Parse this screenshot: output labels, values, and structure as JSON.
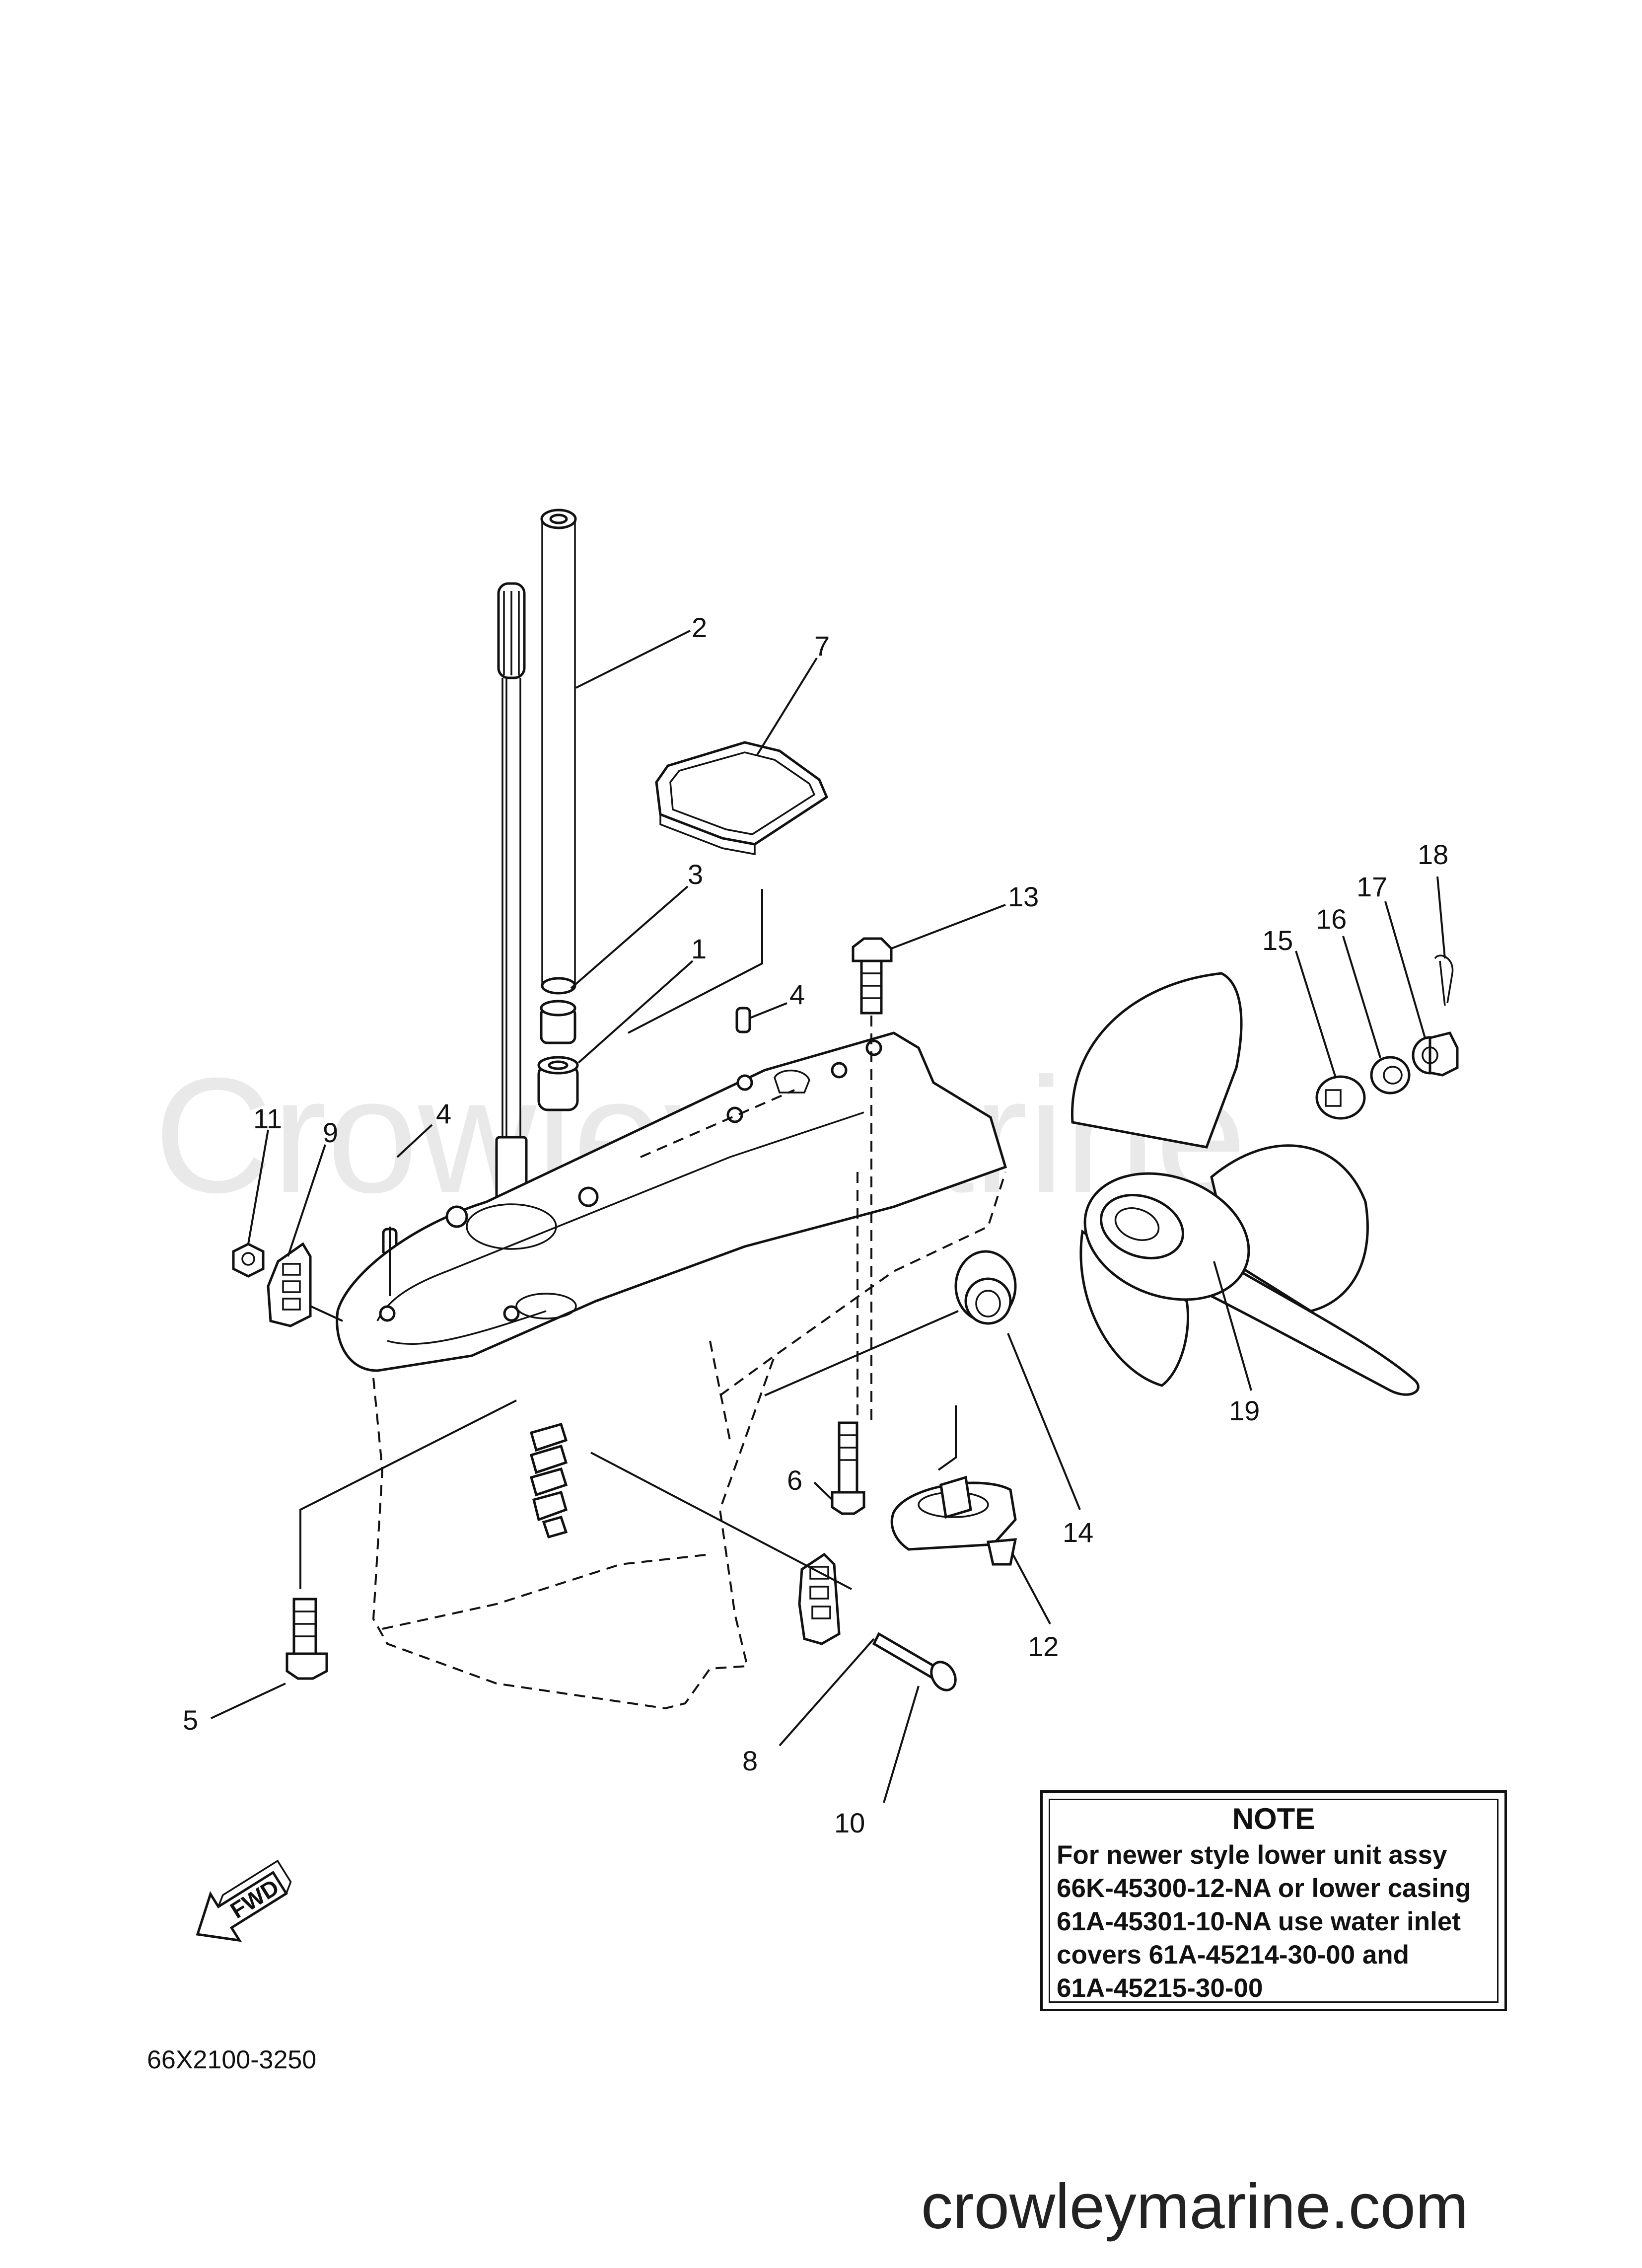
{
  "watermark": "CrowleyMarine",
  "callouts": {
    "c1": "1",
    "c2": "2",
    "c3": "3",
    "c4a": "4",
    "c4b": "4",
    "c5": "5",
    "c6": "6",
    "c7": "7",
    "c8": "8",
    "c9": "9",
    "c10": "10",
    "c11": "11",
    "c12": "12",
    "c13": "13",
    "c14": "14",
    "c15": "15",
    "c16": "16",
    "c17": "17",
    "c18": "18",
    "c19": "19"
  },
  "fwd_label": "FWD",
  "note": {
    "title": "NOTE",
    "lines": [
      "For newer style lower unit assy",
      "66K-45300-12-NA or lower casing",
      "61A-45301-10-NA use water inlet",
      "covers 61A-45214-30-00 and",
      "61A-45215-30-00"
    ]
  },
  "diagram_code": "66X2100-3250",
  "site": "crowleymarine.com"
}
